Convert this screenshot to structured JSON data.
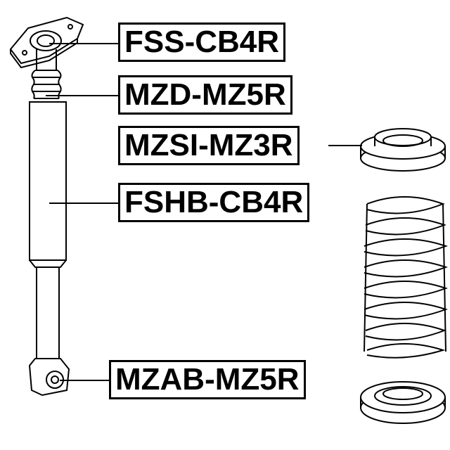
{
  "labels": {
    "top_mount": "FSS-CB4R",
    "dust_boot": "MZD-MZ5R",
    "spring_insulator": "MZSI-MZ3R",
    "shock_body": "FSHB-CB4R",
    "lower_bushing": "MZAB-MZ5R"
  }
}
